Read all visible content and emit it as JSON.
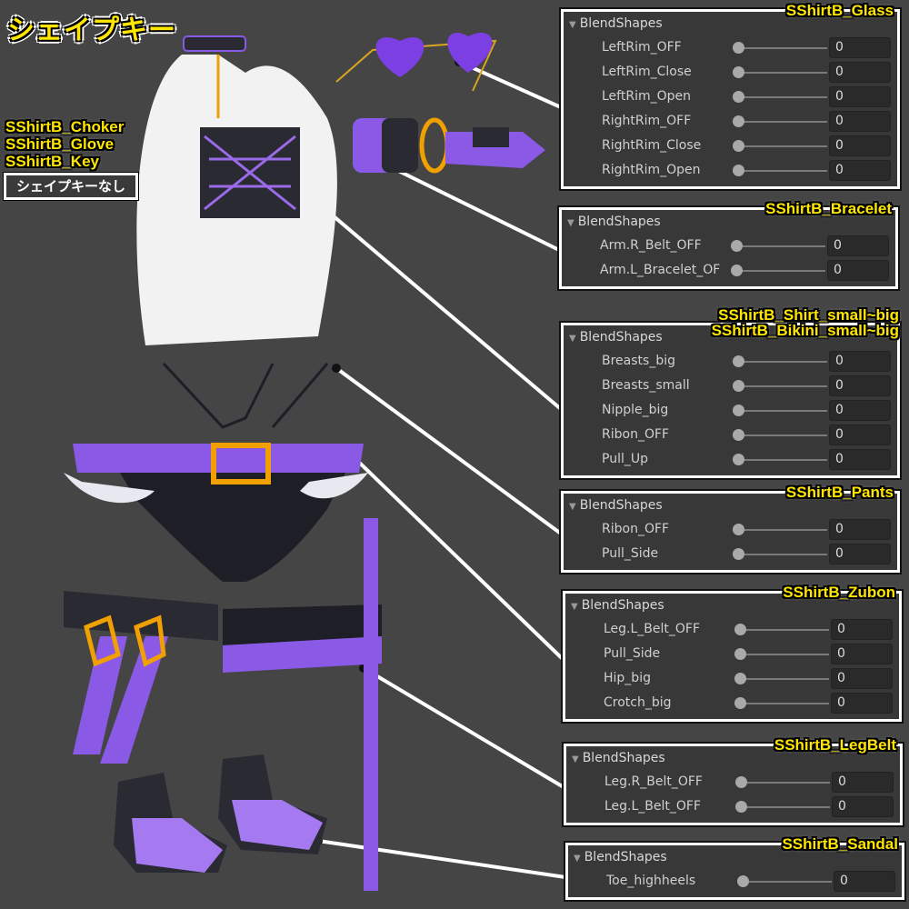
{
  "title": "シェイプキー",
  "left_labels": [
    "SShirtB_Choker",
    "SShirtB_Glove",
    "SShirtB_Key"
  ],
  "no_shapekey": "シェイプキーなし",
  "colors": {
    "accent_purple": "#8a4fe0",
    "gold": "#f0a000",
    "label_yellow": "#ffe600",
    "panel_bg": "#383838",
    "background": "#454545"
  },
  "panels": [
    {
      "names": [
        "SShirtB_Glass"
      ],
      "header": "BlendShapes",
      "rows": [
        {
          "label": "LeftRim_OFF",
          "value": "0"
        },
        {
          "label": "LeftRim_Close",
          "value": "0"
        },
        {
          "label": "LeftRim_Open",
          "value": "0"
        },
        {
          "label": "RightRim_OFF",
          "value": "0"
        },
        {
          "label": "RightRim_Close",
          "value": "0"
        },
        {
          "label": "RightRim_Open",
          "value": "0"
        }
      ]
    },
    {
      "names": [
        "SShirtB_Bracelet"
      ],
      "header": "BlendShapes",
      "rows": [
        {
          "label": "Arm.R_Belt_OFF",
          "value": "0"
        },
        {
          "label": "Arm.L_Bracelet_OF",
          "value": "0"
        }
      ]
    },
    {
      "names": [
        "SShirtB_Shirt_small~big",
        "SShirtB_Bikini_small~big"
      ],
      "header": "BlendShapes",
      "rows": [
        {
          "label": "Breasts_big",
          "value": "0"
        },
        {
          "label": "Breasts_small",
          "value": "0"
        },
        {
          "label": "Nipple_big",
          "value": "0"
        },
        {
          "label": "Ribon_OFF",
          "value": "0"
        },
        {
          "label": "Pull_Up",
          "value": "0"
        }
      ]
    },
    {
      "names": [
        "SShirtB_Pants"
      ],
      "header": "BlendShapes",
      "rows": [
        {
          "label": "Ribon_OFF",
          "value": "0"
        },
        {
          "label": "Pull_Side",
          "value": "0"
        }
      ]
    },
    {
      "names": [
        "SShirtB_Zubon"
      ],
      "header": "BlendShapes",
      "rows": [
        {
          "label": "Leg.L_Belt_OFF",
          "value": "0"
        },
        {
          "label": "Pull_Side",
          "value": "0"
        },
        {
          "label": "Hip_big",
          "value": "0"
        },
        {
          "label": "Crotch_big",
          "value": "0"
        }
      ]
    },
    {
      "names": [
        "SShirtB_LegBelt"
      ],
      "header": "BlendShapes",
      "rows": [
        {
          "label": "Leg.R_Belt_OFF",
          "value": "0"
        },
        {
          "label": "Leg.L_Belt_OFF",
          "value": "0"
        }
      ]
    },
    {
      "names": [
        "SShirtB_Sandal"
      ],
      "header": "BlendShapes",
      "rows": [
        {
          "label": "Toe_highheels",
          "value": "0"
        }
      ]
    }
  ]
}
